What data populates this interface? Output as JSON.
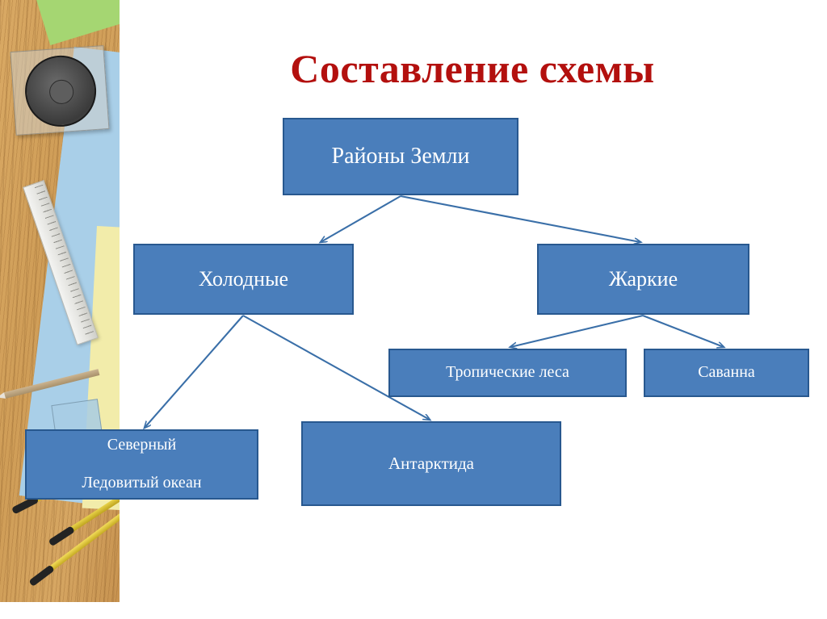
{
  "slide": {
    "title": "Составление схемы",
    "title_color": "#b3100e",
    "background_color": "#ffffff",
    "node_fill_color": "#4a7ebb",
    "node_border_color": "#28588f",
    "connector_color": "#3a6fa8"
  },
  "photo": {
    "alt_name": "desk-photo-strip",
    "objects": [
      "cd-case",
      "ruler",
      "pens",
      "pencil",
      "colored-paper"
    ]
  },
  "diagram": {
    "type": "tree",
    "nodes": [
      {
        "id": "root",
        "label": "Районы Земли",
        "level": 0
      },
      {
        "id": "cold",
        "label": "Холодные",
        "level": 1
      },
      {
        "id": "hot",
        "label": "Жаркие",
        "level": 1
      },
      {
        "id": "rainforest",
        "label": "Тропические леса",
        "level": 2
      },
      {
        "id": "savanna",
        "label": "Саванна",
        "level": 2
      },
      {
        "id": "arctic",
        "label": "Северный\nЛедовитый океан",
        "level": 2,
        "line1": "Северный",
        "line2": "Ледовитый океан"
      },
      {
        "id": "antarctica",
        "label": "Антарктида",
        "level": 2
      }
    ],
    "edges": [
      {
        "from": "root",
        "to": "cold"
      },
      {
        "from": "root",
        "to": "hot"
      },
      {
        "from": "cold",
        "to": "arctic"
      },
      {
        "from": "cold",
        "to": "antarctica"
      },
      {
        "from": "hot",
        "to": "rainforest"
      },
      {
        "from": "hot",
        "to": "savanna"
      }
    ]
  }
}
